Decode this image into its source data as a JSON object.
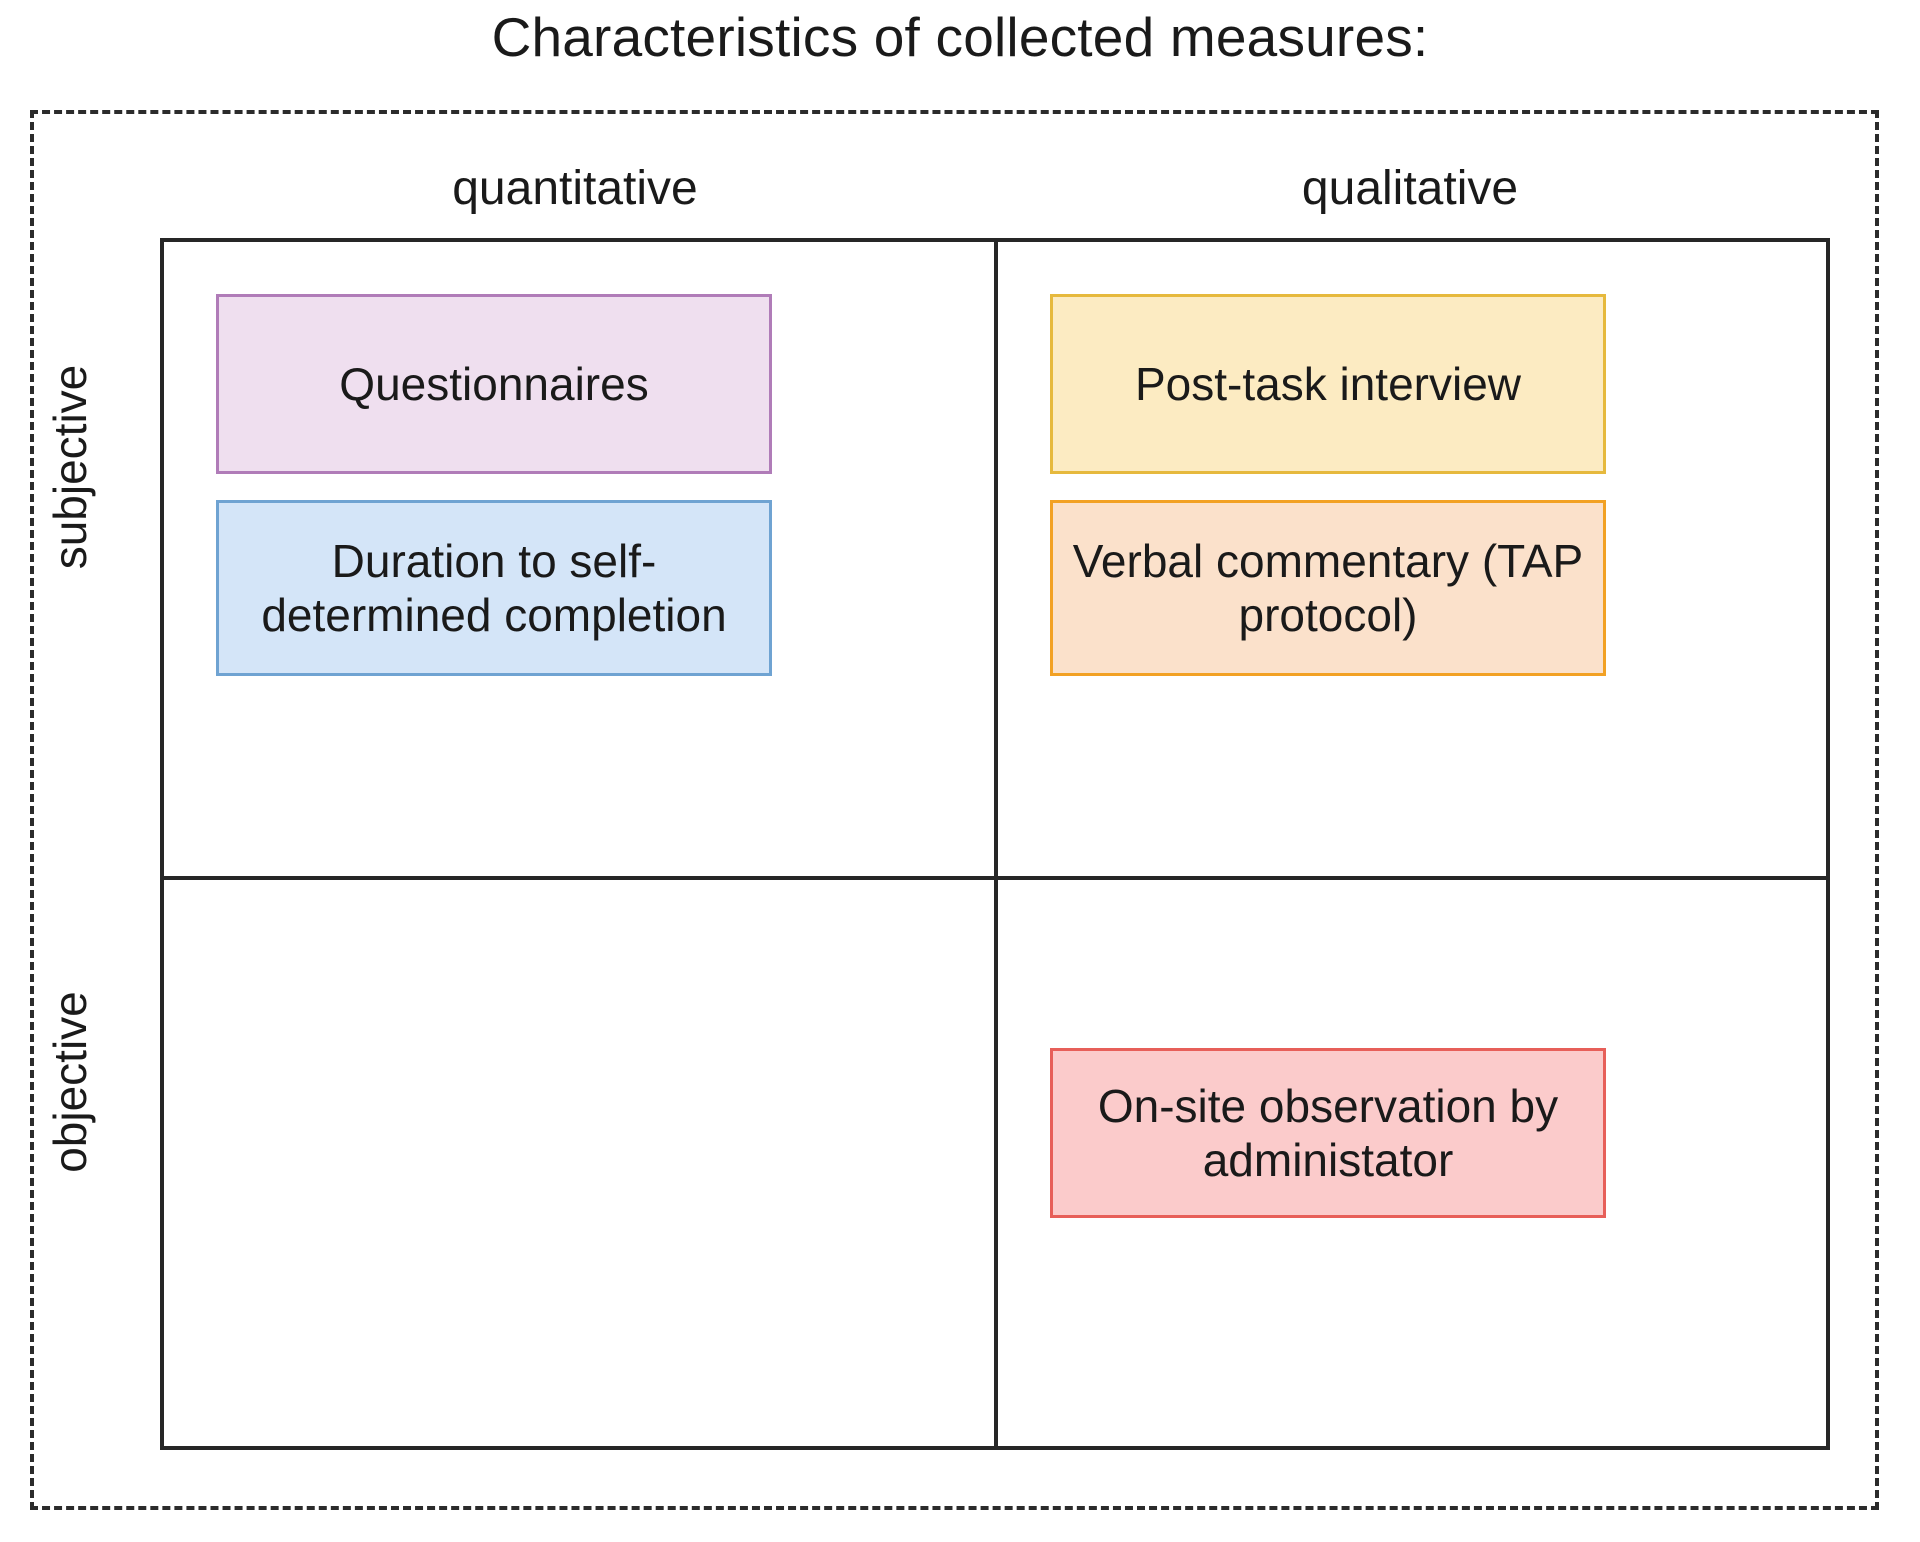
{
  "title": "Characteristics of collected measures:",
  "matrix": {
    "column_headers": [
      "quantitative",
      "qualitative"
    ],
    "row_labels": [
      "subjective",
      "objective"
    ],
    "cells": {
      "subjective_quantitative": [
        {
          "label": "Questionnaires",
          "fill": "#efdfef",
          "border": "#b07cb8"
        },
        {
          "label": "Duration to self-determined completion",
          "fill": "#d4e5f8",
          "border": "#6fa3d2"
        }
      ],
      "subjective_qualitative": [
        {
          "label": "Post-task interview",
          "fill": "#fcebc2",
          "border": "#e6b93d"
        },
        {
          "label": "Verbal commentary (TAP protocol)",
          "fill": "#fbe1cb",
          "border": "#f2a124"
        }
      ],
      "objective_quantitative": [],
      "objective_qualitative": [
        {
          "label": "On-site observation by administator",
          "fill": "#fbcbcb",
          "border": "#e75f59"
        }
      ]
    }
  },
  "colors": {
    "frame_dashed": "#2b2b2b",
    "matrix_border": "#262626",
    "text": "#1a1a1a",
    "background": "#ffffff"
  }
}
